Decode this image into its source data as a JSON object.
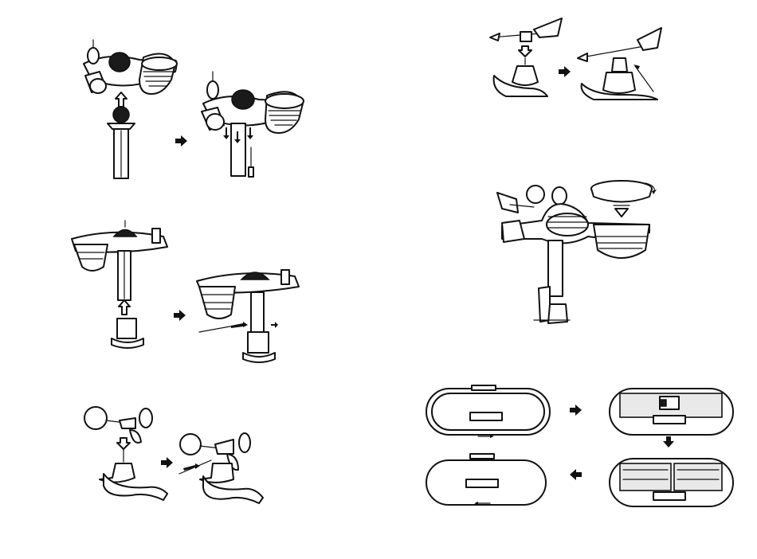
{
  "document": {
    "kind": "assembly-instructions",
    "pages": 2
  },
  "steps": [
    {
      "id": "mount-sensor-head-on-pole",
      "icon": "sensor-head-onto-pole-icon"
    },
    {
      "id": "mount-pole-on-bracket",
      "icon": "pole-onto-bracket-icon"
    },
    {
      "id": "attach-wind-cups",
      "icon": "wind-cups-icon"
    },
    {
      "id": "attach-wind-vane",
      "icon": "wind-vane-icon"
    },
    {
      "id": "attach-rain-funnel",
      "icon": "rain-funnel-icon"
    },
    {
      "id": "insert-batteries",
      "icon": "battery-compartment-icon"
    }
  ],
  "colors": {
    "line": "#111111",
    "background": "#ffffff",
    "fill_light": "#e9e9e9"
  }
}
